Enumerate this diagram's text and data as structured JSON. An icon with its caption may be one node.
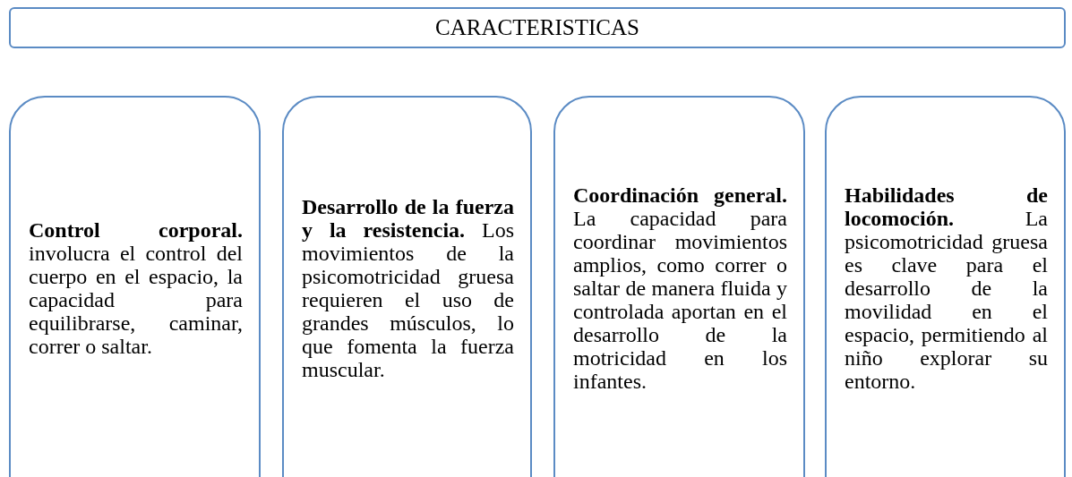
{
  "diagram": {
    "nodes": [
      {
        "text": [
          "CARACTERISTICAS"
        ]
      },
      {
        "text": [
          "Control corporal.",
          "involucra el control del cuerpo en el espacio, la capacidad para equilibrarse, caminar, correr o saltar."
        ]
      },
      {
        "text": [
          "Desarrollo de la fuerza y la resistencia.",
          "Los movimientos de la psicomotricidad gruesa requieren el uso de grandes músculos, lo que fomenta la fuerza muscular."
        ]
      },
      {
        "text": [
          "Coordinación general.",
          "La capacidad para coordinar movimientos amplios, como correr o saltar de manera fluida y controlada aportan en el desarrollo de la motricidad en los infantes."
        ]
      },
      {
        "text": [
          "Habilidades de locomoción.",
          "La psicomotricidad gruesa es clave para el desarrollo de la movilidad en el espacio, permitiendo al niño explorar su entorno."
        ]
      }
    ]
  }
}
